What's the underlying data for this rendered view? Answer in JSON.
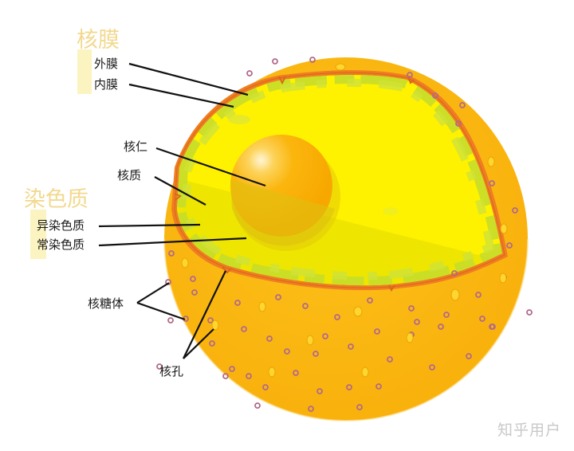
{
  "diagram": {
    "subject": "细胞核结构 (cell nucleus cutaway)",
    "colors": {
      "cytoplasm": "#fbb80f",
      "nuclear_envelope": "#ef7d22",
      "nucleoplasm": "#fff200",
      "chromatin": "#c6dd2a",
      "nucleolus": "#fbb20a",
      "ribosome_outline": "#b26a8a",
      "group_title": "#f2d98f",
      "highlight_bg": "#fbf3c0",
      "label_text": "#1a1a1a"
    },
    "groups": [
      {
        "title": "核膜",
        "items": [
          {
            "label": "外膜"
          },
          {
            "label": "内膜"
          }
        ]
      },
      {
        "title": "染色质",
        "items": [
          {
            "label": "异染色质"
          },
          {
            "label": "常染色质"
          }
        ]
      }
    ],
    "labels": {
      "nucleolus": "核仁",
      "nucleoplasm": "核质",
      "ribosome": "核糖体",
      "nuclear_pore": "核孔"
    },
    "watermark": "知乎用户"
  }
}
